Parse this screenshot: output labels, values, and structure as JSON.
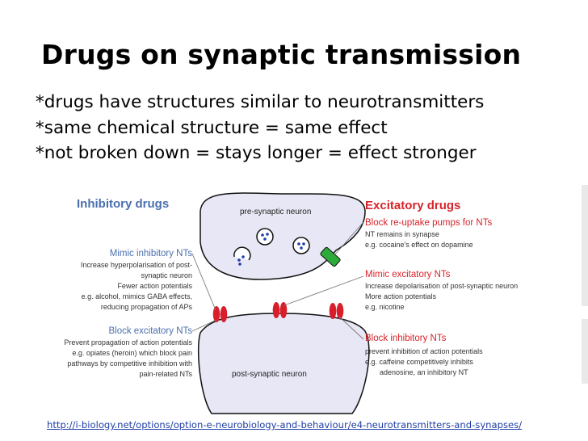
{
  "slide": {
    "title": "Drugs on synaptic transmission",
    "bullets": [
      "*drugs have structures similar to neurotransmitters",
      "*same chemical structure = same effect",
      "*not broken down = stays longer = effect stronger"
    ]
  },
  "figure": {
    "left_heading": "Inhibitory drugs",
    "right_heading": "Excitatory drugs",
    "pre_label": "pre-synaptic neuron",
    "post_label": "post-synaptic neuron",
    "left": [
      {
        "heading": "Mimic inhibitory NTs",
        "lines": [
          "Increase hyperpolarisation of post-",
          "synaptic neuron",
          "Fewer action potentials",
          "e.g. alcohol, mimics GABA effects,",
          "reducing propagation of APs"
        ]
      },
      {
        "heading": "Block excitatory NTs",
        "lines": [
          "Prevent propagation of action potentials",
          "e.g. opiates (heroin) which block pain",
          "pathways by competitive inhibition with",
          "pain-related NTs"
        ]
      }
    ],
    "right": [
      {
        "heading": "Block re-uptake pumps for NTs",
        "lines": [
          "NT remains in synapse",
          "e.g. cocaine's effect on dopamine"
        ]
      },
      {
        "heading": "Mimic excitatory NTs",
        "lines": [
          "Increase depolarisation of post-synaptic neuron",
          "More action potentials",
          "e.g. nicotine"
        ]
      },
      {
        "heading": "Block inhibitory NTs",
        "lines": [
          "prevent inhibition of action potentials",
          "e.g. caffeine competitively inhibits",
          "adenosine, an inhibitory NT"
        ]
      }
    ],
    "colors": {
      "blue_heading": "#4a6fae",
      "red_heading": "#d6242a",
      "neuron_fill": "#e7e7f5",
      "receptor": "#d81e2b",
      "pump": "#2eaa3b"
    }
  },
  "source_url": "http://i-biology.net/options/option-e-neurobiology-and-behaviour/e4-neurotransmitters-and-synapses/"
}
